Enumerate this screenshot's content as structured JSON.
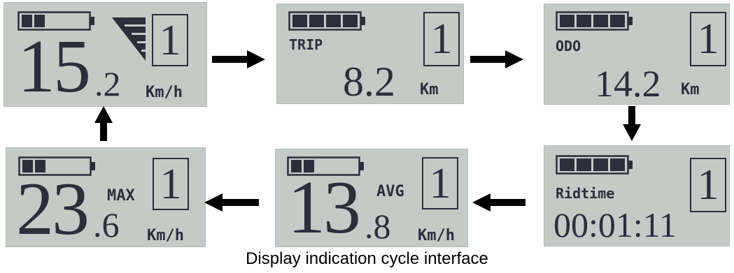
{
  "screens": [
    {
      "id": "speed",
      "battery_bars": 2,
      "assist_level": "1",
      "value_int": "15",
      "value_dec": ".2",
      "unit": "Km/h"
    },
    {
      "id": "trip",
      "battery_bars": 4,
      "assist_level": "1",
      "label": "TRIP",
      "value": "8.2",
      "unit": "Km"
    },
    {
      "id": "odo",
      "battery_bars": 4,
      "assist_level": "1",
      "label": "ODO",
      "value": "14.2",
      "unit": "Km"
    },
    {
      "id": "ridetime",
      "battery_bars": 4,
      "assist_level": "1",
      "label": "Ridtime",
      "value": "00:01:11"
    },
    {
      "id": "avg",
      "battery_bars": 2,
      "assist_level": "1",
      "label": "AVG",
      "value_int": "13",
      "value_dec": ".8",
      "unit": "Km/h"
    },
    {
      "id": "max",
      "battery_bars": 2,
      "assist_level": "1",
      "label": "MAX",
      "value_int": "23",
      "value_dec": ".6",
      "unit": "Km/h"
    }
  ],
  "caption": "Display indication cycle interface",
  "colors": {
    "lcd_background": "#c6cac7",
    "lcd_ink": "#2a2f3a",
    "arrow": "#000000"
  }
}
